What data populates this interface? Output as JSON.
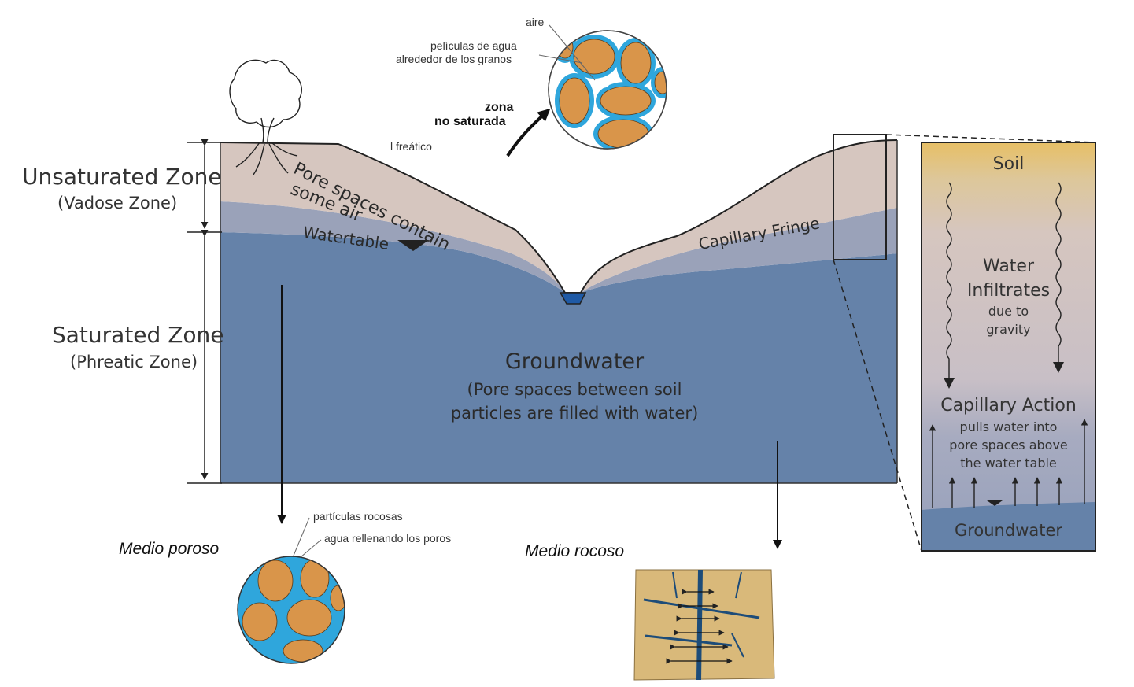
{
  "zones": {
    "unsaturated_title": "Unsaturated Zone",
    "unsaturated_sub": "(Vadose Zone)",
    "saturated_title": "Saturated Zone",
    "saturated_sub": "(Phreatic Zone)"
  },
  "cross_section": {
    "pore_air_line1": "Pore spaces contain",
    "pore_air_line2": "some air",
    "watertable": "Watertable",
    "capillary_fringe": "Capillary Fringe",
    "groundwater_title": "Groundwater",
    "groundwater_line1": "(Pore spaces between soil",
    "groundwater_line2": "particles are filled with water)"
  },
  "inset_unsaturated": {
    "aire": "aire",
    "peliculas_line1": "películas de agua",
    "peliculas_line2": "alrededor de los granos",
    "zona_line1": "zona",
    "zona_line2": "no saturada",
    "freatico": "l freático"
  },
  "inset_porous": {
    "caption": "Medio poroso",
    "particulas": "partículas rocosas",
    "agua": "agua rellenando los poros"
  },
  "inset_rock": {
    "caption": "Medio rocoso"
  },
  "side_panel": {
    "soil": "Soil",
    "water": "Water",
    "infiltrates": "Infiltrates",
    "due_to": "due to",
    "gravity": "gravity",
    "capillary_action": "Capillary Action",
    "pulls_line1": "pulls water into",
    "pulls_line2": "pore spaces above",
    "pulls_line3": "the water table",
    "groundwater": "Groundwater"
  },
  "colors": {
    "soil_tan": "#d6c6bf",
    "capillary_band": "#9aa2b9",
    "groundwater_blue": "#6582a9",
    "grain_orange": "#d9954a",
    "pore_water_cyan": "#2fa6dc",
    "rock_tan": "#d9b97a",
    "fracture_blue": "#1d4c79"
  }
}
